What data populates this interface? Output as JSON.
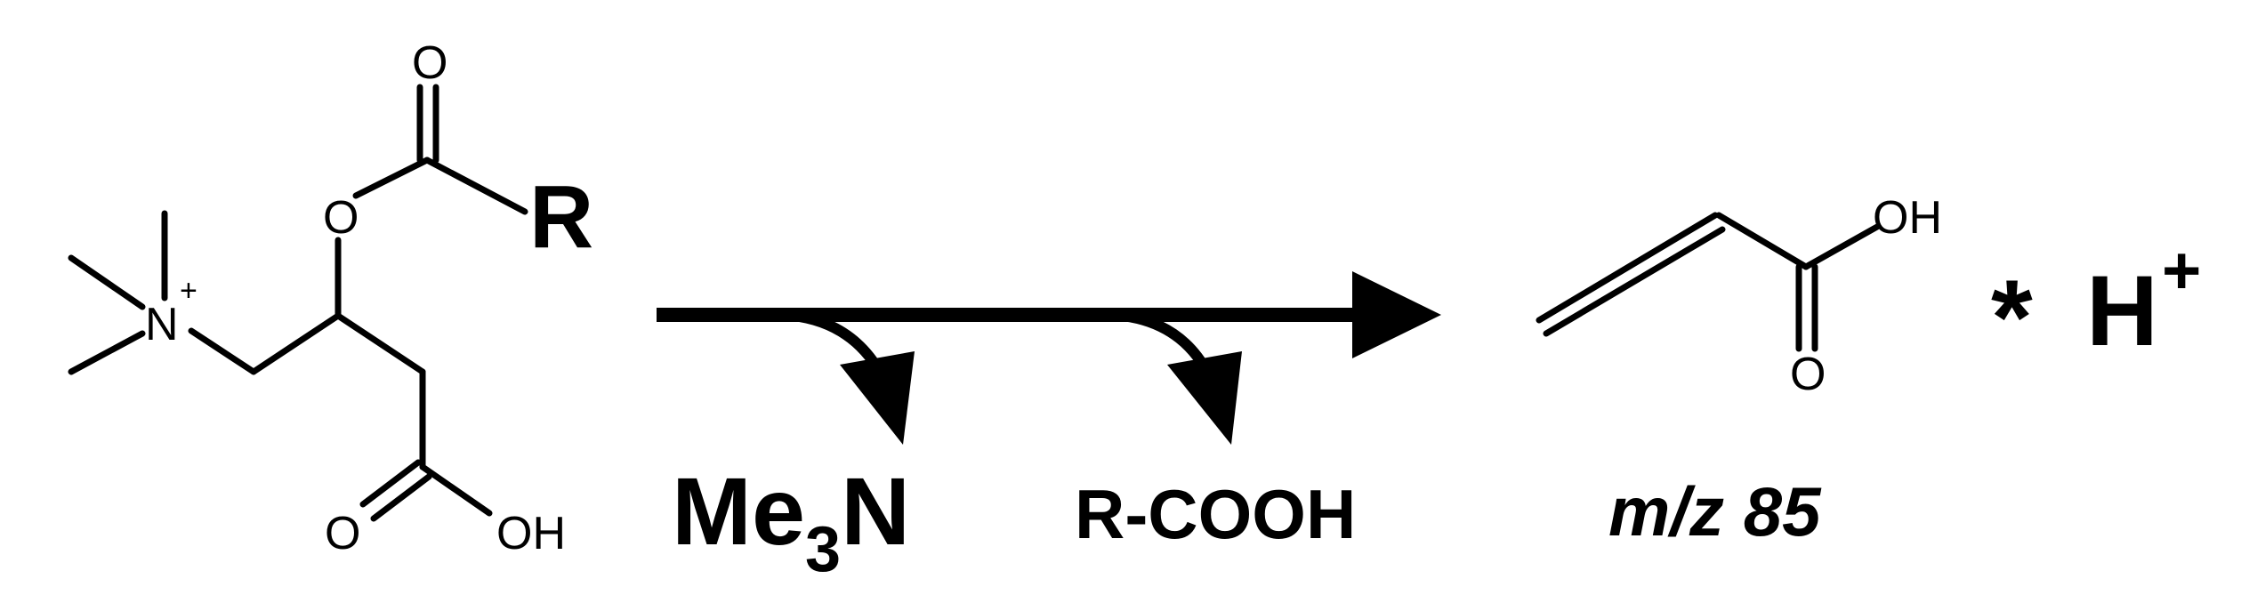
{
  "reactant": {
    "atoms": {
      "nitrogen": "N",
      "nitrogen_charge": "+",
      "ester_oxygen": "O",
      "carbonyl_oxygen": "O",
      "acid_carbonyl_oxygen": "O",
      "acid_hydroxyl": "OH",
      "r_group": "R"
    }
  },
  "leaving_groups": {
    "first": {
      "base": "Me",
      "subscript": "3",
      "tail": "N"
    },
    "second": "R-COOH"
  },
  "product": {
    "atoms": {
      "hydroxyl": "OH",
      "carbonyl_oxygen": "O"
    },
    "adduct_star": "*",
    "proton": "H",
    "proton_charge": "+",
    "mz_italic": "m/z",
    "mz_value": "85"
  }
}
